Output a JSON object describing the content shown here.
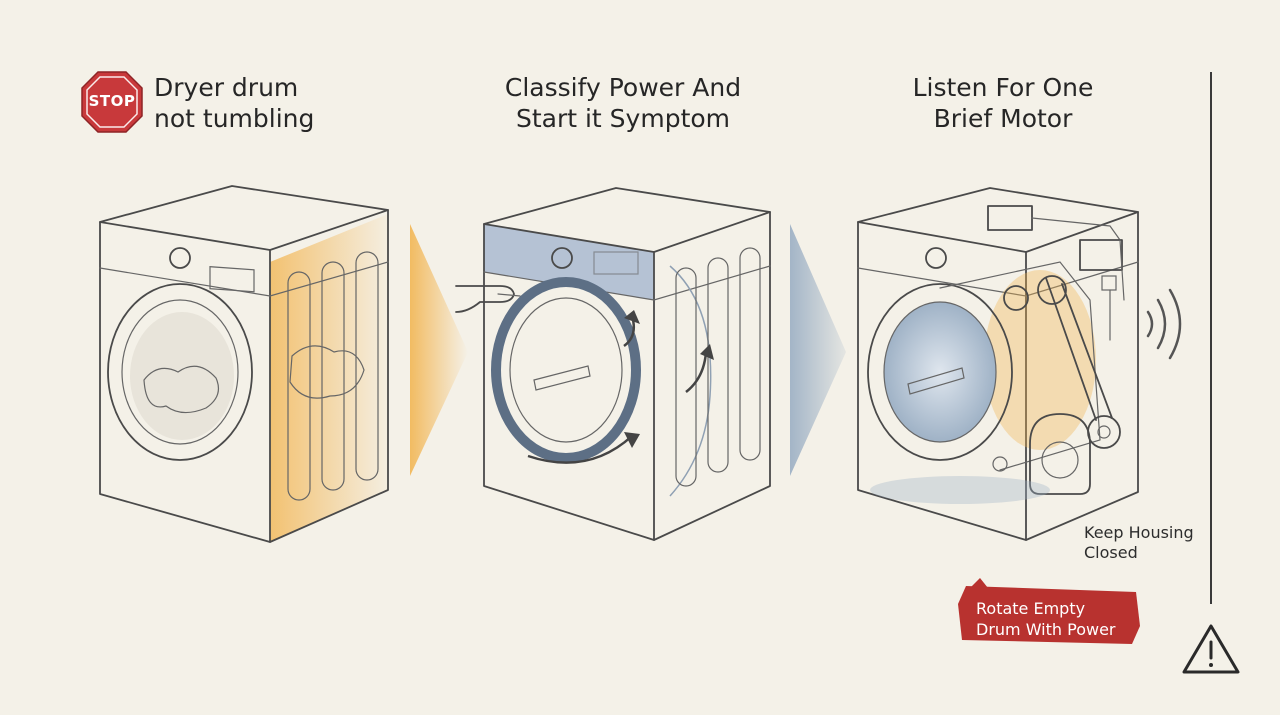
{
  "colors": {
    "background": "#f4f1e8",
    "warm_accent": "#f2b24a",
    "cool_accent": "#8fa6bf",
    "stop_red": "#c8393b",
    "callout_red": "#b8322f",
    "ink": "#4a4a4a"
  },
  "steps": [
    {
      "title": "Dryer drum\nnot tumbling",
      "icon": "stop-sign-icon"
    },
    {
      "title": "Classify Power And\nStart it Symptom"
    },
    {
      "title": "Listen For One\nBrief Motor"
    }
  ],
  "stop_sign": {
    "label": "STOP"
  },
  "note": {
    "text": "Keep Housing\nClosed"
  },
  "callout": {
    "text": "Rotate Empty\nDrum With Power"
  },
  "icons": [
    "stop-sign-icon",
    "arrow-right-icon",
    "sound-waves-icon",
    "warning-triangle-icon",
    "hand-icon",
    "rotation-arrow-icon"
  ]
}
